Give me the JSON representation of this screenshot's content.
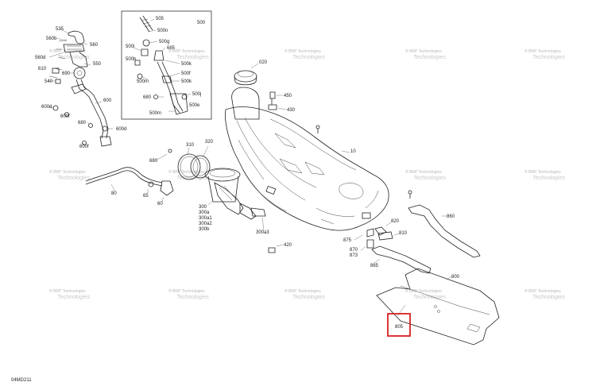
{
  "diagram_code": "04MD211",
  "inset_title": "500",
  "highlight_color": "#d62020",
  "highlighted_label": "805",
  "watermark": {
    "line1": "® BRP Technologies",
    "line2": "Technologies"
  },
  "labels": [
    {
      "id": "535",
      "text": "535"
    },
    {
      "id": "560b",
      "text": "560b"
    },
    {
      "id": "560",
      "text": "560"
    },
    {
      "id": "560d",
      "text": "560d"
    },
    {
      "id": "550",
      "text": "550"
    },
    {
      "id": "610",
      "text": "610"
    },
    {
      "id": "690",
      "text": "690"
    },
    {
      "id": "540",
      "text": "540"
    },
    {
      "id": "600",
      "text": "600"
    },
    {
      "id": "600d",
      "text": "600d"
    },
    {
      "id": "600f",
      "text": "600f"
    },
    {
      "id": "680",
      "text": "680"
    },
    {
      "id": "600d2",
      "text": "600d"
    },
    {
      "id": "600f2",
      "text": "600f"
    },
    {
      "id": "505",
      "text": "505"
    },
    {
      "id": "500n",
      "text": "500n"
    },
    {
      "id": "500g",
      "text": "500g"
    },
    {
      "id": "500i",
      "text": "500i"
    },
    {
      "id": "685",
      "text": "685"
    },
    {
      "id": "500h",
      "text": "500h"
    },
    {
      "id": "500k",
      "text": "500k"
    },
    {
      "id": "500m",
      "text": "500m"
    },
    {
      "id": "500f",
      "text": "500f"
    },
    {
      "id": "500k2",
      "text": "500k"
    },
    {
      "id": "680b",
      "text": "680"
    },
    {
      "id": "500j",
      "text": "500j"
    },
    {
      "id": "500m2",
      "text": "500m"
    },
    {
      "id": "500e",
      "text": "500e"
    },
    {
      "id": "020",
      "text": "020"
    },
    {
      "id": "450",
      "text": "450"
    },
    {
      "id": "430",
      "text": "430"
    },
    {
      "id": "10",
      "text": "10"
    },
    {
      "id": "310",
      "text": "310"
    },
    {
      "id": "320",
      "text": "320"
    },
    {
      "id": "680c",
      "text": "680"
    },
    {
      "id": "80",
      "text": "80"
    },
    {
      "id": "65",
      "text": "65"
    },
    {
      "id": "60",
      "text": "60"
    },
    {
      "id": "300",
      "text": "300"
    },
    {
      "id": "300a",
      "text": "300a"
    },
    {
      "id": "300a1",
      "text": "300a1"
    },
    {
      "id": "300a2",
      "text": "300a2"
    },
    {
      "id": "300b",
      "text": "300b"
    },
    {
      "id": "300a3",
      "text": "300a3"
    },
    {
      "id": "420",
      "text": "420"
    },
    {
      "id": "875",
      "text": "875"
    },
    {
      "id": "820",
      "text": "820"
    },
    {
      "id": "810",
      "text": "810"
    },
    {
      "id": "870",
      "text": "870"
    },
    {
      "id": "873",
      "text": "873"
    },
    {
      "id": "860",
      "text": "860"
    },
    {
      "id": "865",
      "text": "865"
    },
    {
      "id": "800",
      "text": "800"
    }
  ]
}
